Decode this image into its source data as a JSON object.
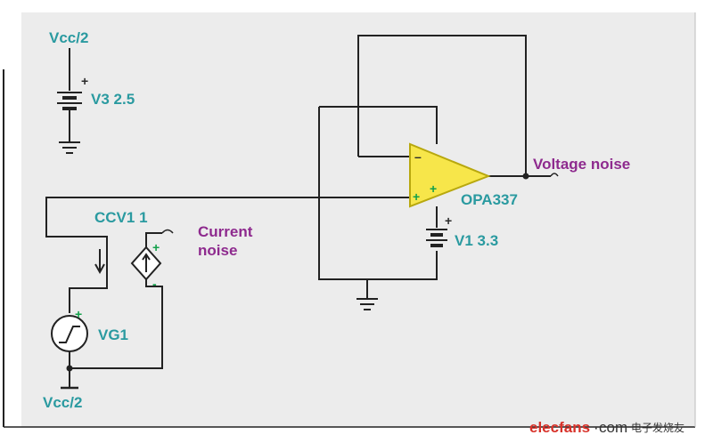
{
  "labels": {
    "vcc_top": "Vcc/2",
    "v3": "V3 2.5",
    "ccv1": "CCV1 1",
    "current_noise_line1": "Current",
    "current_noise_line2": "noise",
    "vg1": "VG1",
    "vcc_bottom": "Vcc/2",
    "voltage_noise": "Voltage noise",
    "opa": "OPA337",
    "v1": "V1 3.3"
  },
  "signs": {
    "plus": "+",
    "minus": "-",
    "opamp_minus": "–"
  },
  "watermark": {
    "brand": "elecfans",
    "dot": "·",
    "suffix": "com",
    "chinese": "电子发烧友"
  },
  "colors": {
    "panel": "#ececec",
    "opamp_fill": "#f7e64a",
    "opamp_stroke": "#b8a80e",
    "teal": "#2a9aa0",
    "purple": "#8e2a8e",
    "sign_green": "#12a04a"
  }
}
